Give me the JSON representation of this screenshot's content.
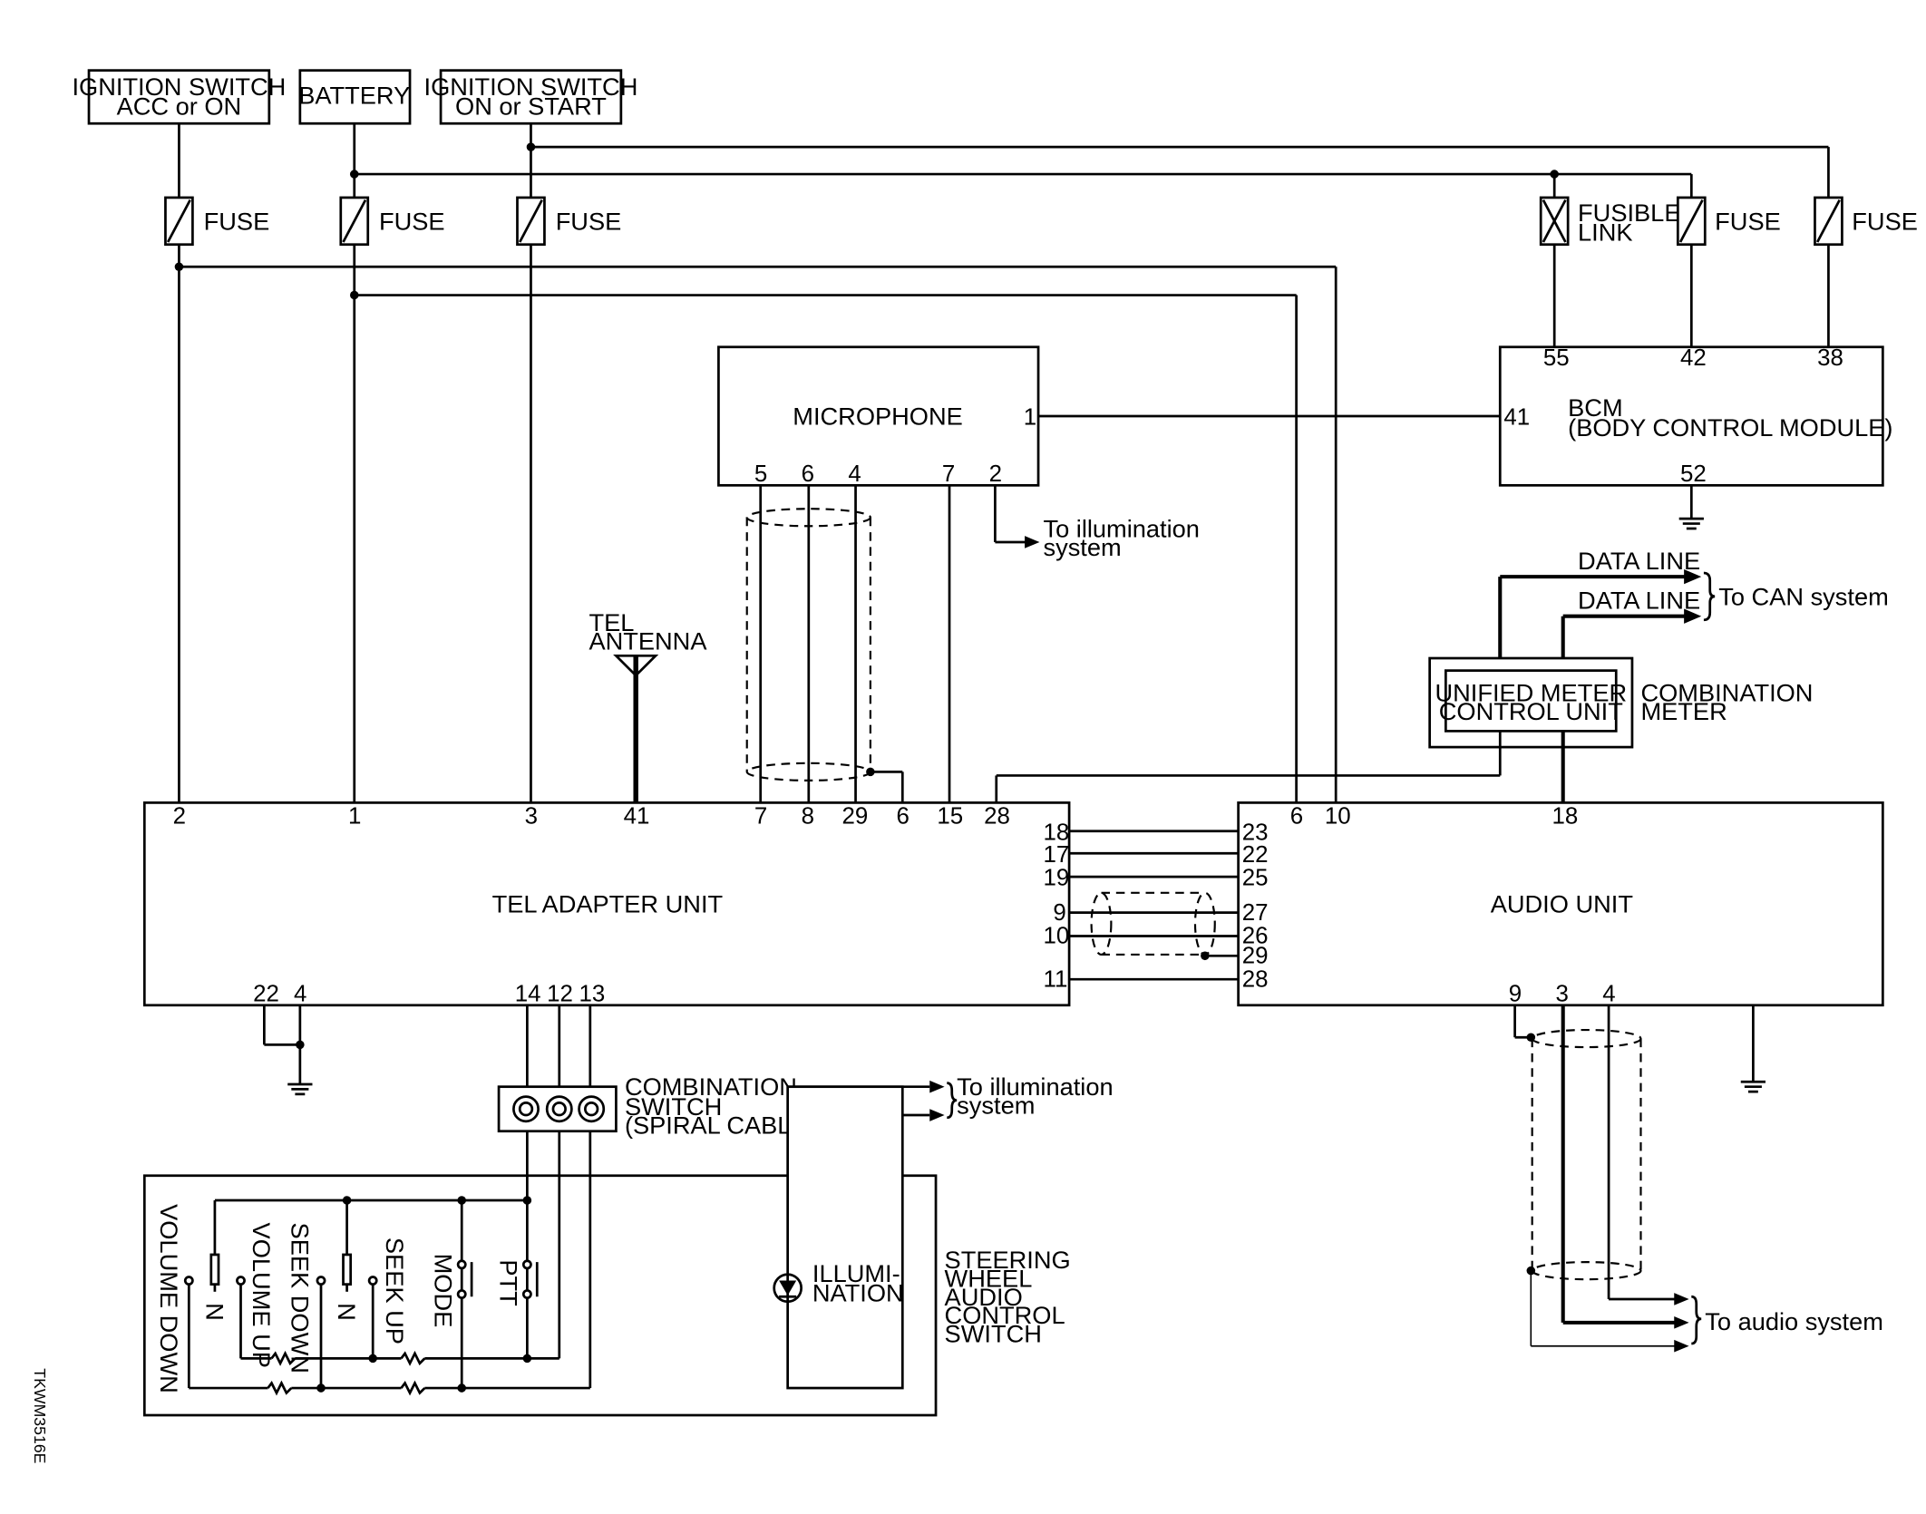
{
  "labels": {
    "ign_acc_1": "IGNITION SWITCH",
    "ign_acc_2": "ACC or ON",
    "battery": "BATTERY",
    "ign_on_1": "IGNITION SWITCH",
    "ign_on_2": "ON or START",
    "fuse": "FUSE",
    "fusible_1": "FUSIBLE",
    "fusible_2": "LINK",
    "microphone": "MICROPHONE",
    "bcm_1": "BCM",
    "bcm_2": "(BODY CONTROL MODULE)",
    "to_illum_1": "To illumination",
    "to_illum_2": "system",
    "tel_antenna_1": "TEL",
    "tel_antenna_2": "ANTENNA",
    "data_line": "DATA LINE",
    "to_can": "To CAN system",
    "unified_1": "UNIFIED METER",
    "unified_2": "CONTROL UNIT",
    "comb_meter_1": "COMBINATION",
    "comb_meter_2": "METER",
    "tel_adapter": "TEL ADAPTER UNIT",
    "audio_unit": "AUDIO UNIT",
    "comb_switch_1": "COMBINATION",
    "comb_switch_2": "SWITCH",
    "comb_switch_3": "(SPIRAL CABLE)",
    "swa_1": "STEERING",
    "swa_2": "WHEEL",
    "swa_3": "AUDIO",
    "swa_4": "CONTROL",
    "swa_5": "SWITCH",
    "illumi_1": "ILLUMI-",
    "illumi_2": "NATION",
    "to_audio": "To audio system",
    "volume_down": "VOLUME DOWN",
    "volume_up": "VOLUME UP",
    "seek_down": "SEEK DOWN",
    "seek_up": "SEEK UP",
    "mode": "MODE",
    "ptt": "PTT",
    "n": "N",
    "figure_id": "TKWM3516E"
  },
  "pins": {
    "mic": [
      "1",
      "5",
      "6",
      "4",
      "7",
      "2"
    ],
    "bcm": [
      "55",
      "42",
      "38",
      "41",
      "52"
    ],
    "tel_top": [
      "2",
      "1",
      "3",
      "41",
      "7",
      "8",
      "29",
      "6",
      "15",
      "28"
    ],
    "tel_right": [
      "18",
      "17",
      "19",
      "9",
      "10",
      "11"
    ],
    "tel_bottom": [
      "22",
      "4",
      "14",
      "12",
      "13"
    ],
    "audio_left": [
      "23",
      "22",
      "25",
      "27",
      "26",
      "29",
      "28"
    ],
    "audio_top": [
      "6",
      "10",
      "18"
    ],
    "audio_bottom": [
      "9",
      "3",
      "4"
    ]
  }
}
